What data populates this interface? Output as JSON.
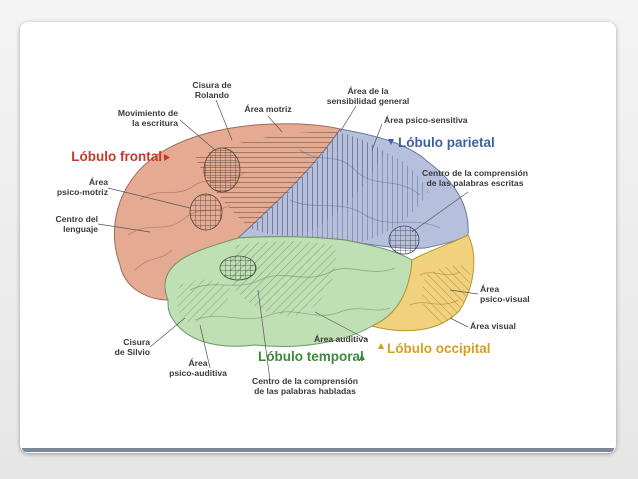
{
  "lobes": {
    "frontal": "Lóbulo frontal",
    "parietal": "Lóbulo parietal",
    "temporal": "Lóbulo temporal",
    "occipital": "Lóbulo occipital"
  },
  "labels": {
    "cisura_rolando": [
      "Cisura de",
      "Rolando"
    ],
    "area_motriz": "Área motriz",
    "area_sensibilidad": [
      "Área de la",
      "sensibilidad general"
    ],
    "movimiento_escritura": [
      "Movimiento de",
      "la escritura"
    ],
    "area_psico_sensitiva": "Área psico-sensitiva",
    "area_psico_motriz": [
      "Área",
      "psico-motriz"
    ],
    "centro_comprension_escritas": [
      "Centro de la comprensión",
      "de las palabras escritas"
    ],
    "centro_lenguaje": [
      "Centro del",
      "lenguaje"
    ],
    "area_psico_visual": [
      "Área",
      "psico-visual"
    ],
    "area_visual": "Área visual",
    "area_auditiva": "Área auditiva",
    "cisura_silvio": [
      "Cisura",
      "de Silvio"
    ],
    "area_psico_auditiva": [
      "Área",
      "psico-auditiva"
    ],
    "centro_comprension_habladas": [
      "Centro de la comprensión",
      "de las palabras habladas"
    ]
  },
  "colors": {
    "frontal": "#e4ab92",
    "parietal": "#b6bfdc",
    "temporal": "#bfdfb4",
    "occipital": "#f0d27e",
    "frontal_label": "#c23a2a",
    "parietal_label": "#3f5fa8",
    "temporal_label": "#3e8a3a",
    "occipital_label": "#d99e1f"
  }
}
